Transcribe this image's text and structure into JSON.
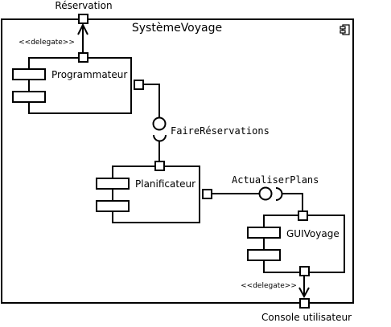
{
  "diagram": {
    "system_name": "SystèmeVoyage",
    "components": {
      "programmateur": "Programmateur",
      "planificateur": "Planificateur",
      "gui": "GUIVoyage"
    },
    "interfaces": {
      "faire_reservations": "FaireRéservations",
      "actualiser_plans": "ActualiserPlans"
    },
    "external_ports": {
      "reservation": "Réservation",
      "console": "Console utilisateur"
    },
    "stereotypes": {
      "delegate_top": "<<delegate>>",
      "delegate_bottom": "<<delegate>>"
    },
    "colors": {
      "line": "#000000",
      "background": "#ffffff"
    }
  }
}
